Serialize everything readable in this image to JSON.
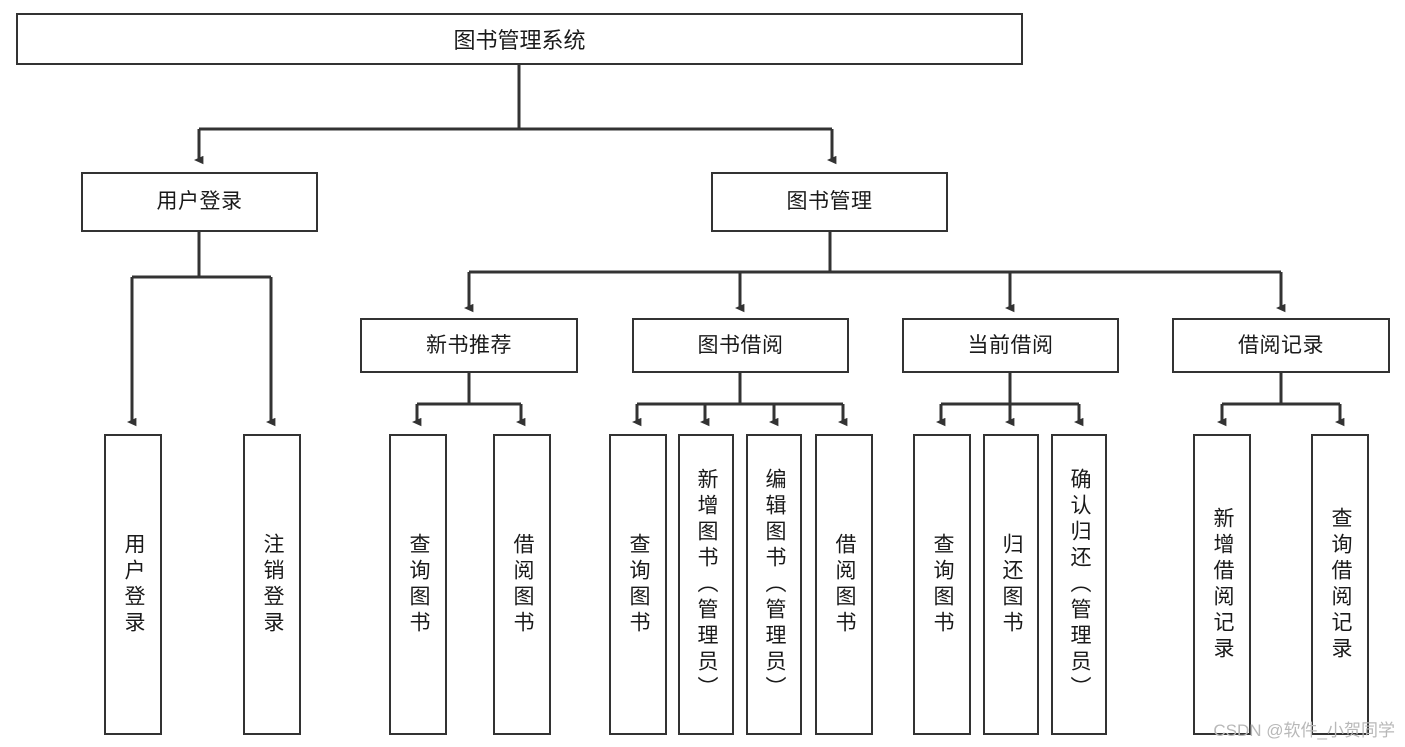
{
  "diagram": {
    "title": "图书管理系统",
    "type": "hierarchy-tree",
    "watermark": "CSDN @软件_小贺同学",
    "colors": {
      "stroke": "#333333",
      "fill": "#ffffff",
      "text": "#1a1a1a",
      "watermark": "#b8b8b8"
    },
    "root": {
      "id": "root",
      "label": "图书管理系统"
    },
    "level2": [
      {
        "id": "user-login",
        "label": "用户登录"
      },
      {
        "id": "book-manage",
        "label": "图书管理"
      }
    ],
    "level3": [
      {
        "id": "new-book-recommend",
        "label": "新书推荐",
        "parent": "book-manage"
      },
      {
        "id": "book-borrow",
        "label": "图书借阅",
        "parent": "book-manage"
      },
      {
        "id": "current-borrow",
        "label": "当前借阅",
        "parent": "book-manage"
      },
      {
        "id": "borrow-record",
        "label": "借阅记录",
        "parent": "book-manage"
      }
    ],
    "leaves": {
      "user_login": [
        {
          "id": "leaf-user-login",
          "label": "用户登录"
        },
        {
          "id": "leaf-user-logout",
          "label": "注销登录"
        }
      ],
      "new_book_recommend": [
        {
          "id": "leaf-query-book-1",
          "label": "查询图书"
        },
        {
          "id": "leaf-borrow-book-1",
          "label": "借阅图书"
        }
      ],
      "book_borrow": [
        {
          "id": "leaf-query-book-2",
          "label": "查询图书"
        },
        {
          "id": "leaf-add-book",
          "label": "新增图书（管理员）"
        },
        {
          "id": "leaf-edit-book",
          "label": "编辑图书（管理员）"
        },
        {
          "id": "leaf-borrow-book-2",
          "label": "借阅图书"
        }
      ],
      "current_borrow": [
        {
          "id": "leaf-query-book-3",
          "label": "查询图书"
        },
        {
          "id": "leaf-return-book",
          "label": "归还图书"
        },
        {
          "id": "leaf-confirm-return",
          "label": "确认归还（管理员）"
        }
      ],
      "borrow_record": [
        {
          "id": "leaf-add-borrow-record",
          "label": "新增借阅记录"
        },
        {
          "id": "leaf-query-borrow-record",
          "label": "查询借阅记录"
        }
      ]
    }
  }
}
